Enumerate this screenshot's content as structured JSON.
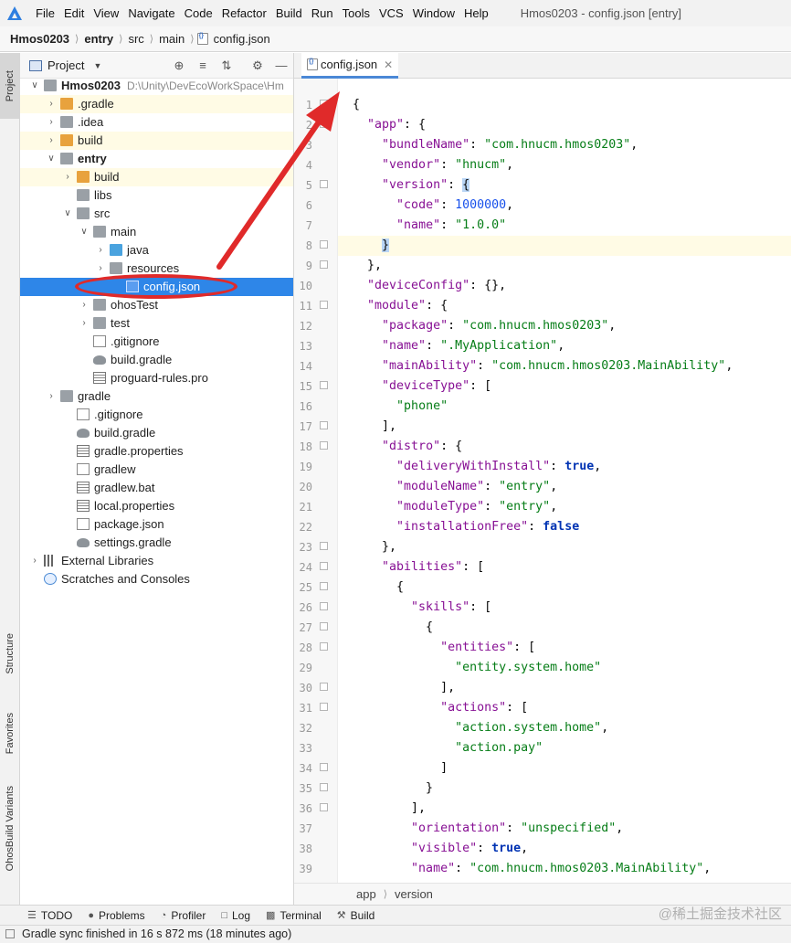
{
  "menu": {
    "items": [
      "File",
      "Edit",
      "View",
      "Navigate",
      "Code",
      "Refactor",
      "Build",
      "Run",
      "Tools",
      "VCS",
      "Window",
      "Help"
    ],
    "window_title": "Hmos0203 - config.json [entry]"
  },
  "breadcrumb": [
    "Hmos0203",
    "entry",
    "src",
    "main",
    "config.json"
  ],
  "left_strip": {
    "project": "Project",
    "structure": "Structure",
    "favorites": "Favorites",
    "build_variants": "OhosBuild Variants"
  },
  "project_panel": {
    "title": "Project",
    "tree": [
      {
        "label": "Hmos0203",
        "path": "D:\\Unity\\DevEcoWorkSpace\\Hm",
        "depth": 0,
        "expanded": true,
        "icon": "folder-grey",
        "bold": true
      },
      {
        "label": ".gradle",
        "depth": 1,
        "expanded": false,
        "icon": "folder-orange",
        "highlight": true
      },
      {
        "label": ".idea",
        "depth": 1,
        "expanded": false,
        "icon": "folder-grey"
      },
      {
        "label": "build",
        "depth": 1,
        "expanded": false,
        "icon": "folder-orange",
        "highlight": true
      },
      {
        "label": "entry",
        "depth": 1,
        "expanded": true,
        "icon": "folder-grey",
        "bold": true
      },
      {
        "label": "build",
        "depth": 2,
        "expanded": false,
        "icon": "folder-orange",
        "highlight": true
      },
      {
        "label": "libs",
        "depth": 2,
        "icon": "folder-grey"
      },
      {
        "label": "src",
        "depth": 2,
        "expanded": true,
        "icon": "folder-grey"
      },
      {
        "label": "main",
        "depth": 3,
        "expanded": true,
        "icon": "folder-grey"
      },
      {
        "label": "java",
        "depth": 4,
        "expanded": false,
        "icon": "folder-blue"
      },
      {
        "label": "resources",
        "depth": 4,
        "expanded": false,
        "icon": "folder-grey"
      },
      {
        "label": "config.json",
        "depth": 5,
        "icon": "json-file",
        "selected": true
      },
      {
        "label": "ohosTest",
        "depth": 3,
        "expanded": false,
        "icon": "folder-grey"
      },
      {
        "label": "test",
        "depth": 3,
        "expanded": false,
        "icon": "folder-grey"
      },
      {
        "label": ".gitignore",
        "depth": 3,
        "icon": "file-grey"
      },
      {
        "label": "build.gradle",
        "depth": 3,
        "icon": "gradle"
      },
      {
        "label": "proguard-rules.pro",
        "depth": 3,
        "icon": "file-lines"
      },
      {
        "label": "gradle",
        "depth": 1,
        "expanded": false,
        "icon": "folder-grey"
      },
      {
        "label": ".gitignore",
        "depth": 2,
        "icon": "file-grey"
      },
      {
        "label": "build.gradle",
        "depth": 2,
        "icon": "gradle"
      },
      {
        "label": "gradle.properties",
        "depth": 2,
        "icon": "file-lines"
      },
      {
        "label": "gradlew",
        "depth": 2,
        "icon": "file-grey"
      },
      {
        "label": "gradlew.bat",
        "depth": 2,
        "icon": "file-lines"
      },
      {
        "label": "local.properties",
        "depth": 2,
        "icon": "file-lines"
      },
      {
        "label": "package.json",
        "depth": 2,
        "icon": "json-file"
      },
      {
        "label": "settings.gradle",
        "depth": 2,
        "icon": "gradle"
      },
      {
        "label": "External Libraries",
        "depth": 0,
        "expanded": false,
        "icon": "lib"
      },
      {
        "label": "Scratches and Consoles",
        "depth": 0,
        "icon": "scratch"
      }
    ]
  },
  "editor": {
    "tab_label": "config.json",
    "current_line": 8,
    "lines": [
      [
        [
          "p",
          "{"
        ]
      ],
      [
        [
          "p",
          "  "
        ],
        [
          "k",
          "\"app\""
        ],
        [
          "p",
          ": {"
        ]
      ],
      [
        [
          "p",
          "    "
        ],
        [
          "k",
          "\"bundleName\""
        ],
        [
          "p",
          ": "
        ],
        [
          "s",
          "\"com.hnucm.hmos0203\""
        ],
        [
          "p",
          ","
        ]
      ],
      [
        [
          "p",
          "    "
        ],
        [
          "k",
          "\"vendor\""
        ],
        [
          "p",
          ": "
        ],
        [
          "s",
          "\"hnucm\""
        ],
        [
          "p",
          ","
        ]
      ],
      [
        [
          "p",
          "    "
        ],
        [
          "k",
          "\"version\""
        ],
        [
          "p",
          ": "
        ],
        [
          "b",
          "{"
        ]
      ],
      [
        [
          "p",
          "      "
        ],
        [
          "k",
          "\"code\""
        ],
        [
          "p",
          ": "
        ],
        [
          "n",
          "1000000"
        ],
        [
          "p",
          ","
        ]
      ],
      [
        [
          "p",
          "      "
        ],
        [
          "k",
          "\"name\""
        ],
        [
          "p",
          ": "
        ],
        [
          "s",
          "\"1.0.0\""
        ]
      ],
      [
        [
          "p",
          "    "
        ],
        [
          "b",
          "}"
        ]
      ],
      [
        [
          "p",
          "  },"
        ]
      ],
      [
        [
          "p",
          "  "
        ],
        [
          "k",
          "\"deviceConfig\""
        ],
        [
          "p",
          ": {},"
        ]
      ],
      [
        [
          "p",
          "  "
        ],
        [
          "k",
          "\"module\""
        ],
        [
          "p",
          ": {"
        ]
      ],
      [
        [
          "p",
          "    "
        ],
        [
          "k",
          "\"package\""
        ],
        [
          "p",
          ": "
        ],
        [
          "s",
          "\"com.hnucm.hmos0203\""
        ],
        [
          "p",
          ","
        ]
      ],
      [
        [
          "p",
          "    "
        ],
        [
          "k",
          "\"name\""
        ],
        [
          "p",
          ": "
        ],
        [
          "s",
          "\".MyApplication\""
        ],
        [
          "p",
          ","
        ]
      ],
      [
        [
          "p",
          "    "
        ],
        [
          "k",
          "\"mainAbility\""
        ],
        [
          "p",
          ": "
        ],
        [
          "s",
          "\"com.hnucm.hmos0203.MainAbility\""
        ],
        [
          "p",
          ","
        ]
      ],
      [
        [
          "p",
          "    "
        ],
        [
          "k",
          "\"deviceType\""
        ],
        [
          "p",
          ": ["
        ]
      ],
      [
        [
          "p",
          "      "
        ],
        [
          "s",
          "\"phone\""
        ]
      ],
      [
        [
          "p",
          "    ],"
        ]
      ],
      [
        [
          "p",
          "    "
        ],
        [
          "k",
          "\"distro\""
        ],
        [
          "p",
          ": {"
        ]
      ],
      [
        [
          "p",
          "      "
        ],
        [
          "k",
          "\"deliveryWithInstall\""
        ],
        [
          "p",
          ": "
        ],
        [
          "w",
          "true"
        ],
        [
          "p",
          ","
        ]
      ],
      [
        [
          "p",
          "      "
        ],
        [
          "k",
          "\"moduleName\""
        ],
        [
          "p",
          ": "
        ],
        [
          "s",
          "\"entry\""
        ],
        [
          "p",
          ","
        ]
      ],
      [
        [
          "p",
          "      "
        ],
        [
          "k",
          "\"moduleType\""
        ],
        [
          "p",
          ": "
        ],
        [
          "s",
          "\"entry\""
        ],
        [
          "p",
          ","
        ]
      ],
      [
        [
          "p",
          "      "
        ],
        [
          "k",
          "\"installationFree\""
        ],
        [
          "p",
          ": "
        ],
        [
          "w",
          "false"
        ]
      ],
      [
        [
          "p",
          "    },"
        ]
      ],
      [
        [
          "p",
          "    "
        ],
        [
          "k",
          "\"abilities\""
        ],
        [
          "p",
          ": ["
        ]
      ],
      [
        [
          "p",
          "      {"
        ]
      ],
      [
        [
          "p",
          "        "
        ],
        [
          "k",
          "\"skills\""
        ],
        [
          "p",
          ": ["
        ]
      ],
      [
        [
          "p",
          "          {"
        ]
      ],
      [
        [
          "p",
          "            "
        ],
        [
          "k",
          "\"entities\""
        ],
        [
          "p",
          ": ["
        ]
      ],
      [
        [
          "p",
          "              "
        ],
        [
          "s",
          "\"entity.system.home\""
        ]
      ],
      [
        [
          "p",
          "            ],"
        ]
      ],
      [
        [
          "p",
          "            "
        ],
        [
          "k",
          "\"actions\""
        ],
        [
          "p",
          ": ["
        ]
      ],
      [
        [
          "p",
          "              "
        ],
        [
          "s",
          "\"action.system.home\""
        ],
        [
          "p",
          ","
        ]
      ],
      [
        [
          "p",
          "              "
        ],
        [
          "s",
          "\"action.pay\""
        ]
      ],
      [
        [
          "p",
          "            ]"
        ]
      ],
      [
        [
          "p",
          "          }"
        ]
      ],
      [
        [
          "p",
          "        ],"
        ]
      ],
      [
        [
          "p",
          "        "
        ],
        [
          "k",
          "\"orientation\""
        ],
        [
          "p",
          ": "
        ],
        [
          "s",
          "\"unspecified\""
        ],
        [
          "p",
          ","
        ]
      ],
      [
        [
          "p",
          "        "
        ],
        [
          "k",
          "\"visible\""
        ],
        [
          "p",
          ": "
        ],
        [
          "w",
          "true"
        ],
        [
          "p",
          ","
        ]
      ],
      [
        [
          "p",
          "        "
        ],
        [
          "k",
          "\"name\""
        ],
        [
          "p",
          ": "
        ],
        [
          "s",
          "\"com.hnucm.hmos0203.MainAbility\""
        ],
        [
          "p",
          ","
        ]
      ]
    ],
    "breadcrumbs": [
      "app",
      "version"
    ]
  },
  "tool_windows": [
    "TODO",
    "Problems",
    "Profiler",
    "Log",
    "Terminal",
    "Build"
  ],
  "watermark": "@稀土掘金技术社区",
  "status": "Gradle sync finished in 16 s 872 ms (18 minutes ago)",
  "colors": {
    "selection": "#2e86e8",
    "annotation": "#e02a2a",
    "key": "#871094",
    "string": "#067d17",
    "number": "#1750eb",
    "keyword": "#0033b3"
  }
}
